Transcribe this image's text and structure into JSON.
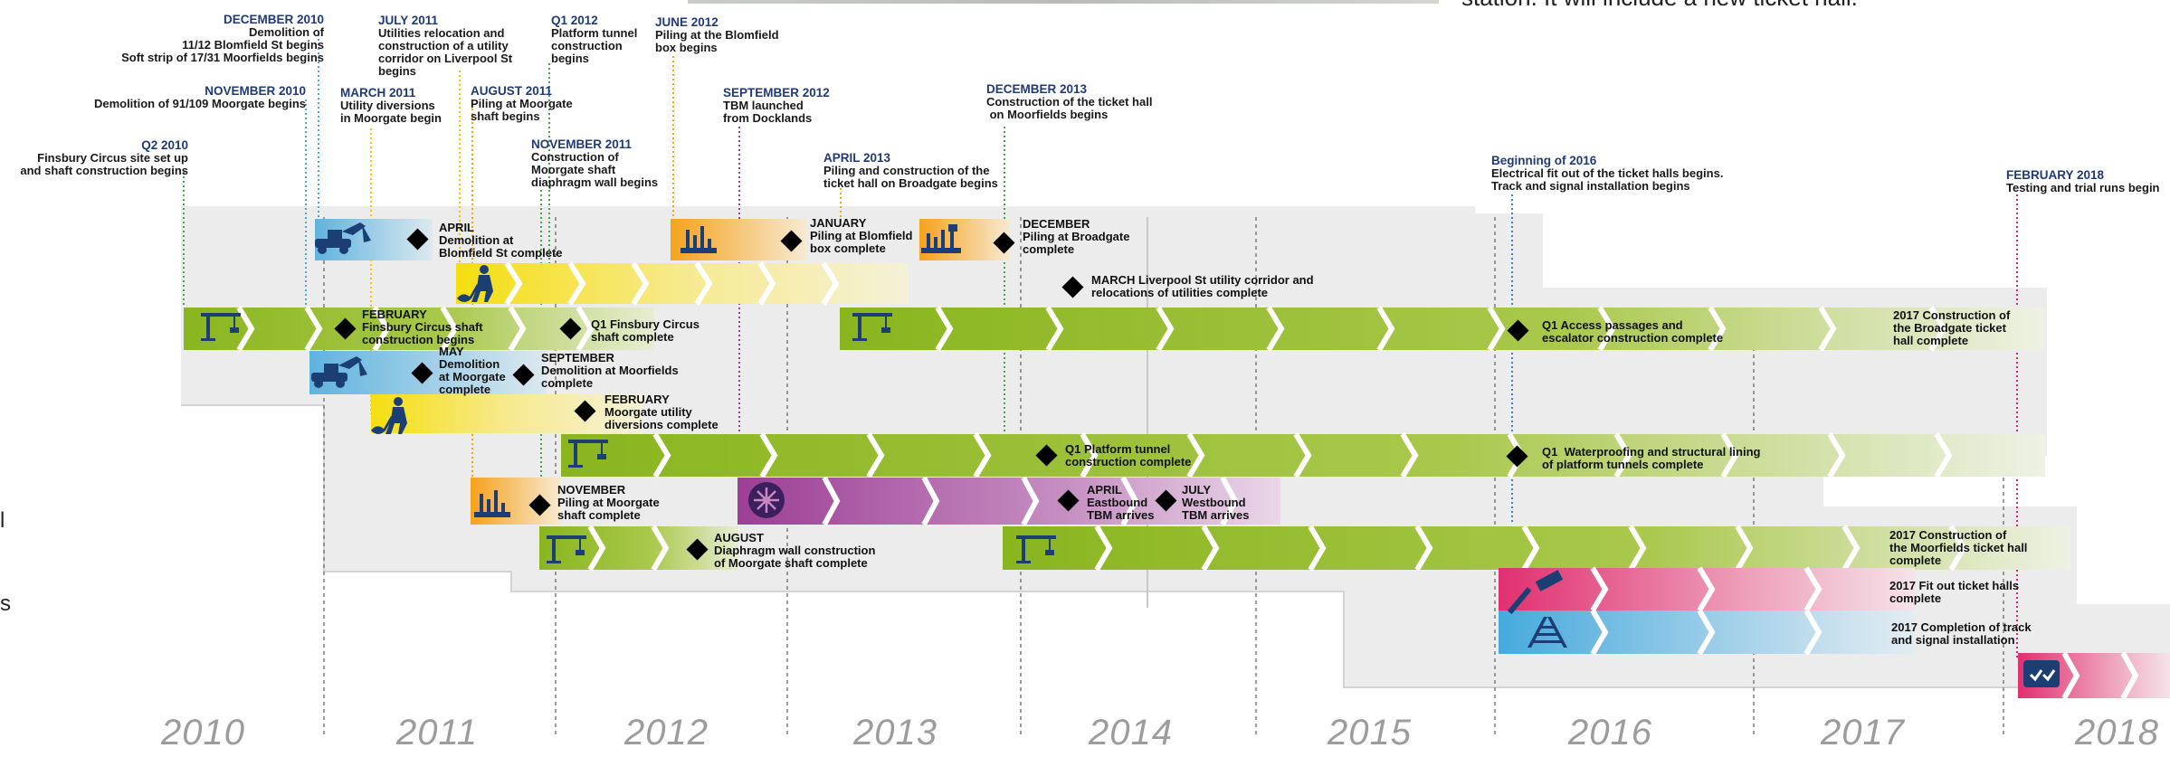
{
  "years": [
    "2010",
    "2011",
    "2012",
    "2013",
    "2014",
    "2015",
    "2016",
    "2017",
    "2018"
  ],
  "page_fragments": {
    "top_text": "station. It will include a new ticket hall.",
    "left_1": "l",
    "left_2": "s"
  },
  "milestones_top": [
    {
      "date": "Q2 2010",
      "text": "Finsbury Circus site set up\nand shaft construction begins",
      "color": "#4aa34a"
    },
    {
      "date": "NOVEMBER 2010",
      "text": "Demolition of 91/109 Moorgate begins",
      "color": "#4aa8d8"
    },
    {
      "date": "DECEMBER 2010",
      "text": "Demolition of\n11/12 Blomfield St begins\nSoft strip of 17/31 Moorfields begins",
      "color": "#4aa8d8"
    },
    {
      "date": "MARCH 2011",
      "text": "Utility diversions\nin Moorgate begin",
      "color": "#f2c500"
    },
    {
      "date": "JULY 2011",
      "text": "Utilities relocation and\nconstruction of a utility\ncorridor on Liverpool St\nbegins",
      "color": "#f2c500"
    },
    {
      "date": "AUGUST 2011",
      "text": "Piling at Moorgate\nshaft begins",
      "color": "#f2a900"
    },
    {
      "date": "Q1 2012",
      "text": "Platform tunnel\nconstruction\nbegins",
      "color": "#4aa34a"
    },
    {
      "date": "NOVEMBER 2011",
      "text": "Construction of\nMoorgate shaft\ndiaphragm wall begins",
      "color": "#4aa34a"
    },
    {
      "date": "JUNE 2012",
      "text": "Piling at the Blomfield\nbox begins",
      "color": "#f2a900"
    },
    {
      "date": "SEPTEMBER 2012",
      "text": "TBM launched\nfrom Docklands",
      "color": "#9b3aa0"
    },
    {
      "date": "APRIL 2013",
      "text": "Piling and construction of the\nticket hall on Broadgate begins",
      "color": "#f2a900"
    },
    {
      "date": "DECEMBER 2013",
      "text": "Construction of the ticket hall\n on Moorfields begins",
      "color": "#4aa34a"
    },
    {
      "date": "Beginning of  2016",
      "text": "Electrical fit out of the ticket halls begins.\nTrack and signal installation begins",
      "color": "#3a7fd0"
    },
    {
      "date": "FEBRUARY 2018",
      "text": "Testing and trial runs begin",
      "color": "#e0207a"
    }
  ],
  "bar_labels": {
    "april_2011": "APRIL\nDemolition at\nBlomfield St complete",
    "jan_2013": "JANUARY\nPiling at Blomfield\nbox complete",
    "dec_2013": "DECEMBER\nPiling at Broadgate\ncomplete",
    "march_2014": "MARCH Liverpool St utility corridor and\nrelocations of utilities complete",
    "feb_2011": "FEBRUARY\nFinsbury Circus shaft\nconstruction begins",
    "q1_2012_fc": "Q1 Finsbury Circus\nshaft complete",
    "q1_2016_access": "Q1 Access passages and\nescalator construction complete",
    "broadgate_2017": "2017 Construction of\nthe Broadgate ticket\nhall complete",
    "may_2011": "MAY\nDemolition\nat Moorgate\ncomplete",
    "sep_2011": "SEPTEMBER\nDemolition at Moorfields\ncomplete",
    "feb_2012": "FEBRUARY\nMoorgate utility\ndiversions complete",
    "q1_platform": "Q1 Platform tunnel\nconstruction complete",
    "q1_waterproof": "Q1  Waterproofing and structural lining\nof platform tunnels complete",
    "nov_2011": "NOVEMBER\nPiling at Moorgate\nshaft complete",
    "april_eastbound": "APRIL\nEastbound\nTBM arrives",
    "july_westbound": "JULY\nWestbound\nTBM arrives",
    "aug_diaphragm": "AUGUST\nDiaphragm wall construction\nof Moorgate shaft complete",
    "moorfields_2017": "2017 Construction of\nthe Moorfields ticket hall\ncomplete",
    "fitout_2017": "2017 Fit out ticket halls\ncomplete",
    "track_2017": "2017 Completion of track\nand signal installation"
  },
  "colors": {
    "green": "#8ab51e",
    "yellow": "#f7e22a",
    "blue": "#5ab4e0",
    "orange": "#f6a21d",
    "purple": "#a0449a",
    "pink": "#e0306f",
    "navy": "#1b3f74",
    "panel": "#ededed"
  },
  "icons": [
    "crane-icon",
    "digger-icon",
    "worker-shovel-icon",
    "piling-rig-icon",
    "tbm-cutter-icon",
    "hammer-icon",
    "rail-track-icon",
    "checklist-icon"
  ]
}
